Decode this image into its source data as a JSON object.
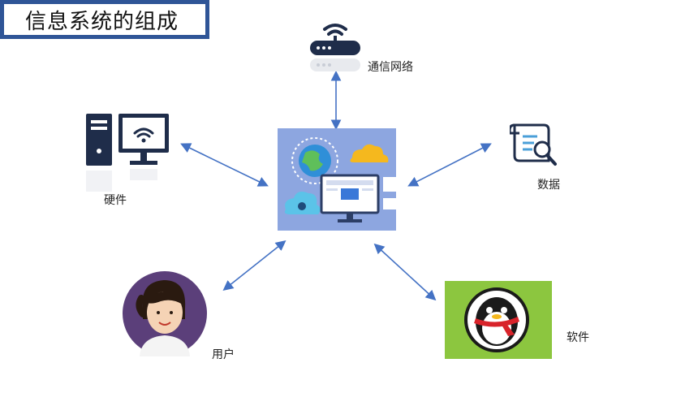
{
  "title": "信息系统的组成",
  "nodes": {
    "network": {
      "label": "通信网络",
      "icon": "wifi-router-icon"
    },
    "hardware": {
      "label": "硬件",
      "icon": "desktop-computer-icon"
    },
    "data": {
      "label": "数据",
      "icon": "document-search-icon"
    },
    "user": {
      "label": "用户",
      "icon": "female-user-avatar-icon"
    },
    "software": {
      "label": "软件",
      "icon": "qq-penguin-icon"
    },
    "center": {
      "icon": "information-system-illustration"
    }
  },
  "colors": {
    "arrow": "#4472c4",
    "title_border": "#2f5597",
    "router": "#1f2d4a",
    "software_bg": "#8cc63f",
    "user_bg": "#5b3f7a",
    "center_bg": "#8da6e0"
  }
}
